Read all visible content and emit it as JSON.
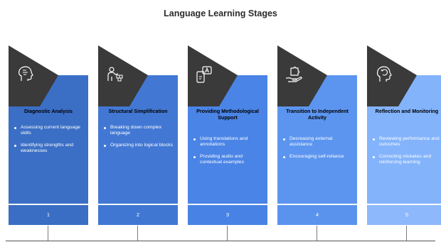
{
  "title": "Language Learning Stages",
  "stages": [
    {
      "icon": "brain-icon",
      "title": "Diagnostic Analysis",
      "bullets": [
        "Assessing current language skills",
        "Identifying strengths and weaknesses"
      ],
      "number": "1",
      "panel_color": "#3b6fc6",
      "box_color": "#3a6dc4"
    },
    {
      "icon": "person-blocks-icon",
      "title": "Structural Simplification",
      "bullets": [
        "Breaking down complex language",
        "Organizing into logical blocks"
      ],
      "number": "2",
      "panel_color": "#4278d4",
      "box_color": "#4077d3"
    },
    {
      "icon": "translate-device-icon",
      "title": "Providing Methodological Support",
      "bullets": [
        "Using translations and annotations",
        "Providing audio and contextual examples"
      ],
      "number": "3",
      "panel_color": "#4a84e6",
      "box_color": "#4882e4"
    },
    {
      "icon": "puzzle-hand-icon",
      "title": "Transition to Independent Activity",
      "bullets": [
        "Decreasing external assistance",
        "Encouraging self-reliance"
      ],
      "number": "4",
      "panel_color": "#5c95ef",
      "box_color": "#5a93ee"
    },
    {
      "icon": "head-cycle-icon",
      "title": "Reflection and Monitoring",
      "bullets": [
        "Reviewing performance and outcomes",
        "Correcting mistakes and reinforcing learning"
      ],
      "number": "5",
      "panel_color": "#83b3fb",
      "box_color": "#8db8fb"
    }
  ]
}
